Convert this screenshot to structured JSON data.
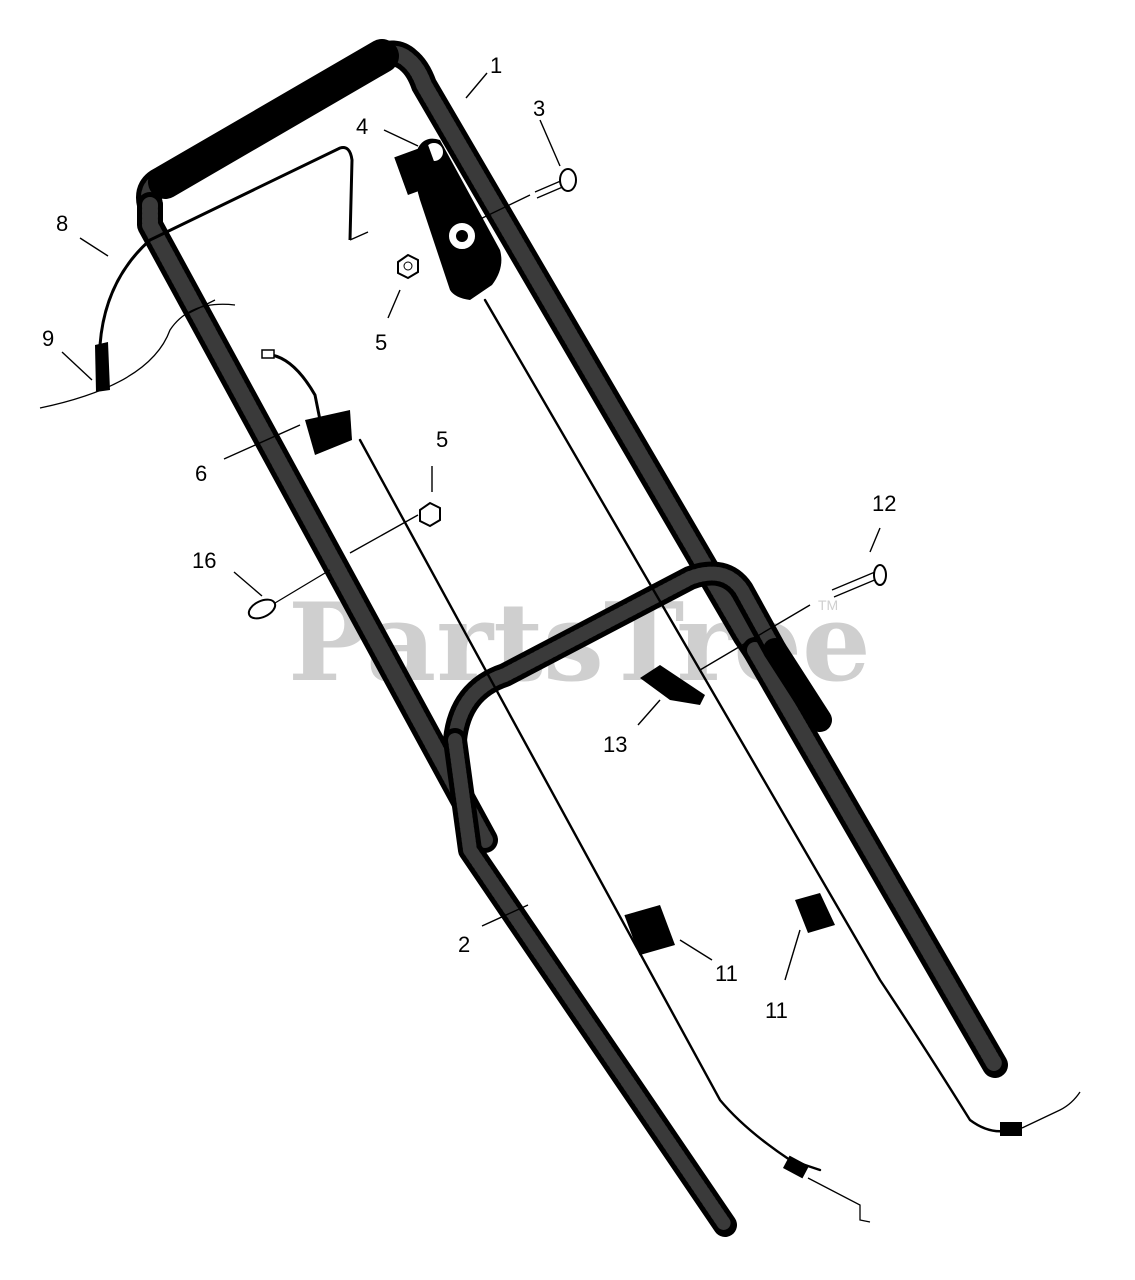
{
  "watermark": {
    "text": "PartsTree",
    "trademark": "TM"
  },
  "callouts": [
    {
      "id": "c1",
      "text": "1"
    },
    {
      "id": "c2",
      "text": "2"
    },
    {
      "id": "c3",
      "text": "3"
    },
    {
      "id": "c4",
      "text": "4"
    },
    {
      "id": "c5a",
      "text": "5"
    },
    {
      "id": "c5b",
      "text": "5"
    },
    {
      "id": "c6",
      "text": "6"
    },
    {
      "id": "c8",
      "text": "8"
    },
    {
      "id": "c9",
      "text": "9"
    },
    {
      "id": "c11a",
      "text": "11"
    },
    {
      "id": "c11b",
      "text": "11"
    },
    {
      "id": "c12",
      "text": "12"
    },
    {
      "id": "c13",
      "text": "13"
    },
    {
      "id": "c16",
      "text": "16"
    }
  ]
}
